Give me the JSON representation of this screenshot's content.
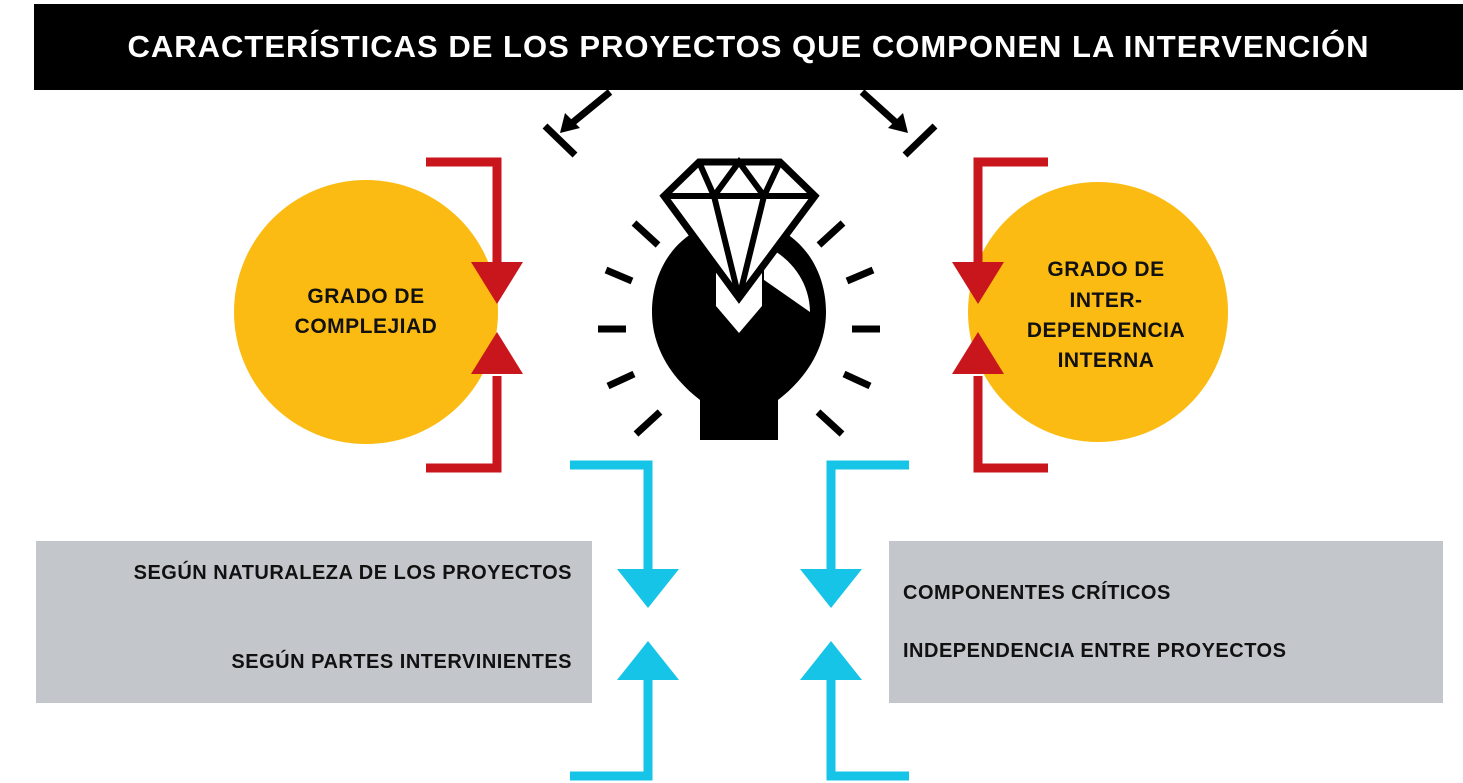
{
  "title": "CARACTERÍSTICAS DE LOS PROYECTOS QUE COMPONEN LA INTERVENCIÓN",
  "center_icon": "diamond-wrench-lightbulb-icon",
  "left_circle": {
    "lines": [
      "GRADO DE",
      "COMPLEJIAD"
    ]
  },
  "right_circle": {
    "lines": [
      "GRADO DE",
      "INTER-",
      "DEPENDENCIA",
      "INTERNA"
    ]
  },
  "left_box": {
    "items": [
      "SEGÚN NATURALEZA DE LOS PROYECTOS",
      "SEGÚN PARTES INTERVINIENTES"
    ]
  },
  "right_box": {
    "items": [
      "COMPONENTES CRÍTICOS",
      "INDEPENDENCIA ENTRE PROYECTOS"
    ]
  },
  "colors": {
    "title_bg": "#000000",
    "circle": "#fbbb12",
    "red_bracket": "#c9161c",
    "cyan_bracket": "#15c4e6",
    "gray_box": "#c3c7cc"
  }
}
